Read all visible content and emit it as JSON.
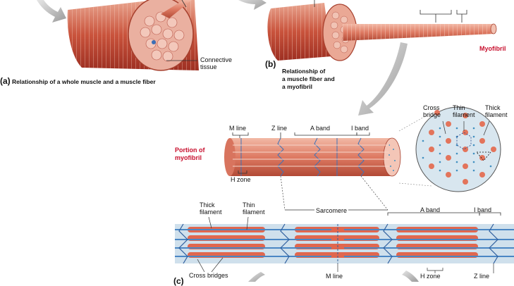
{
  "panel_a": {
    "callout": "Connective\ntissue",
    "caption_letter": "(a)",
    "caption_text": "Relationship of a whole muscle and a muscle fiber"
  },
  "panel_b": {
    "caption_letter": "(b)",
    "caption_text": "Relationship of\na muscle fiber and\na myofibril",
    "myofibril_label": "Myofibril"
  },
  "panel_c": {
    "portion_label": "Portion of\nmyofibril",
    "m_line": "M line",
    "z_line": "Z line",
    "a_band": "A band",
    "i_band": "I band",
    "h_zone": "H zone",
    "cross_bridge": "Cross\nbridge",
    "thin_filament": "Thin\nfilament",
    "thick_filament": "Thick\nfilament"
  },
  "panel_d": {
    "thick_filament": "Thick\nfilament",
    "thin_filament": "Thin\nfilament",
    "sarcomere": "Sarcomere",
    "a_band": "A band",
    "i_band": "I band",
    "cross_bridges": "Cross bridges",
    "m_line": "M line",
    "h_zone": "H zone",
    "z_line": "Z line",
    "caption_letter": "(c)"
  }
}
